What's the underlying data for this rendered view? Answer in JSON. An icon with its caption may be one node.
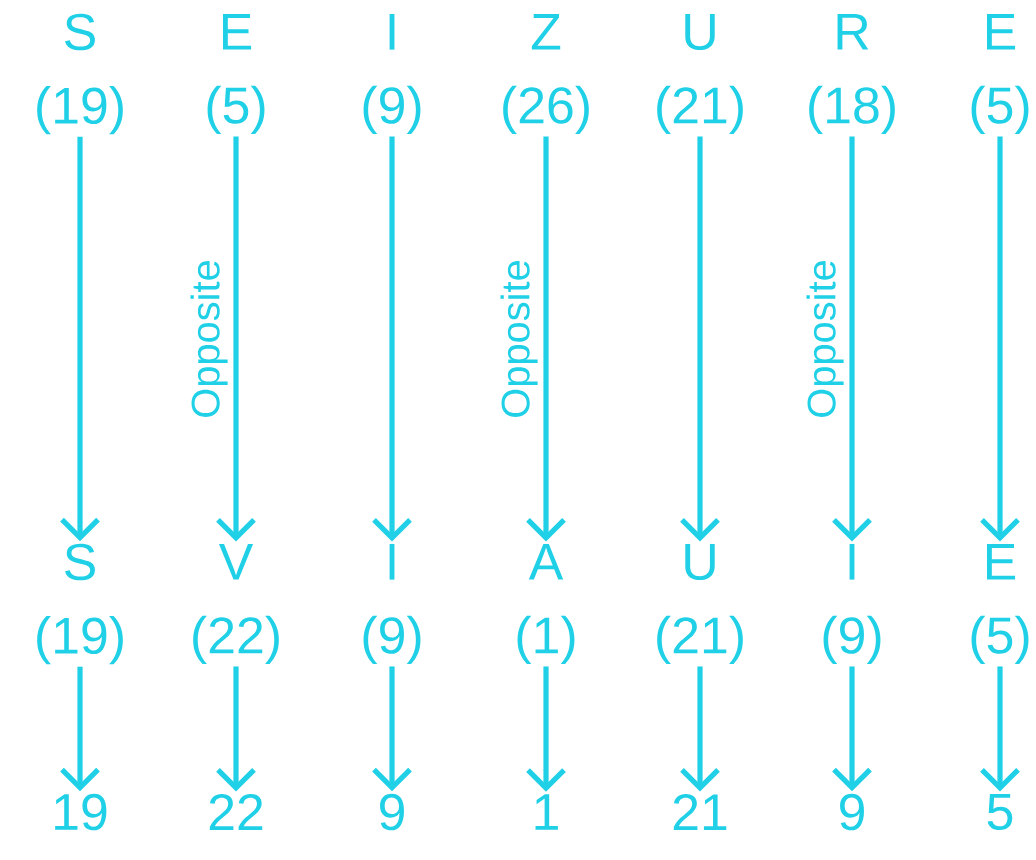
{
  "diagram": {
    "nodes": [
      {
        "text": [
          "S",
          "(19)"
        ]
      },
      {
        "text": [
          "E",
          "(5)"
        ]
      },
      {
        "text": [
          "I",
          "(9)"
        ]
      },
      {
        "text": [
          "Z",
          "(26)"
        ]
      },
      {
        "text": [
          "U",
          "(21)"
        ]
      },
      {
        "text": [
          "R",
          "(18)"
        ]
      },
      {
        "text": [
          "E",
          "(5)"
        ]
      },
      {
        "text": [
          "S",
          "(19)"
        ]
      },
      {
        "text": [
          "V",
          "(22)"
        ]
      },
      {
        "text": [
          "I",
          "(9)"
        ]
      },
      {
        "text": [
          "A",
          "(1)"
        ]
      },
      {
        "text": [
          "U",
          "(21)"
        ]
      },
      {
        "text": [
          "I",
          "(9)"
        ]
      },
      {
        "text": [
          "E",
          "(5)"
        ]
      },
      {
        "text": [
          "19"
        ]
      },
      {
        "text": [
          "22"
        ]
      },
      {
        "text": [
          "9"
        ]
      },
      {
        "text": [
          "1"
        ]
      },
      {
        "text": [
          "21"
        ]
      },
      {
        "text": [
          "9"
        ]
      },
      {
        "text": [
          "5"
        ]
      }
    ],
    "edges": [
      {
        "from": 0,
        "to": 7,
        "arrow": "to"
      },
      {
        "from": 1,
        "to": 8,
        "arrow": "to",
        "label": "Opposite"
      },
      {
        "from": 2,
        "to": 9,
        "arrow": "to"
      },
      {
        "from": 3,
        "to": 10,
        "arrow": "to",
        "label": "Opposite"
      },
      {
        "from": 4,
        "to": 11,
        "arrow": "to"
      },
      {
        "from": 5,
        "to": 12,
        "arrow": "to",
        "label": "Opposite"
      },
      {
        "from": 6,
        "to": 13,
        "arrow": "to"
      },
      {
        "from": 7,
        "to": 14,
        "arrow": "to"
      },
      {
        "from": 8,
        "to": 15,
        "arrow": "to"
      },
      {
        "from": 9,
        "to": 16,
        "arrow": "to"
      },
      {
        "from": 10,
        "to": 17,
        "arrow": "to"
      },
      {
        "from": 11,
        "to": 18,
        "arrow": "to"
      },
      {
        "from": 12,
        "to": 19,
        "arrow": "to"
      },
      {
        "from": 13,
        "to": 20,
        "arrow": "to"
      }
    ]
  }
}
